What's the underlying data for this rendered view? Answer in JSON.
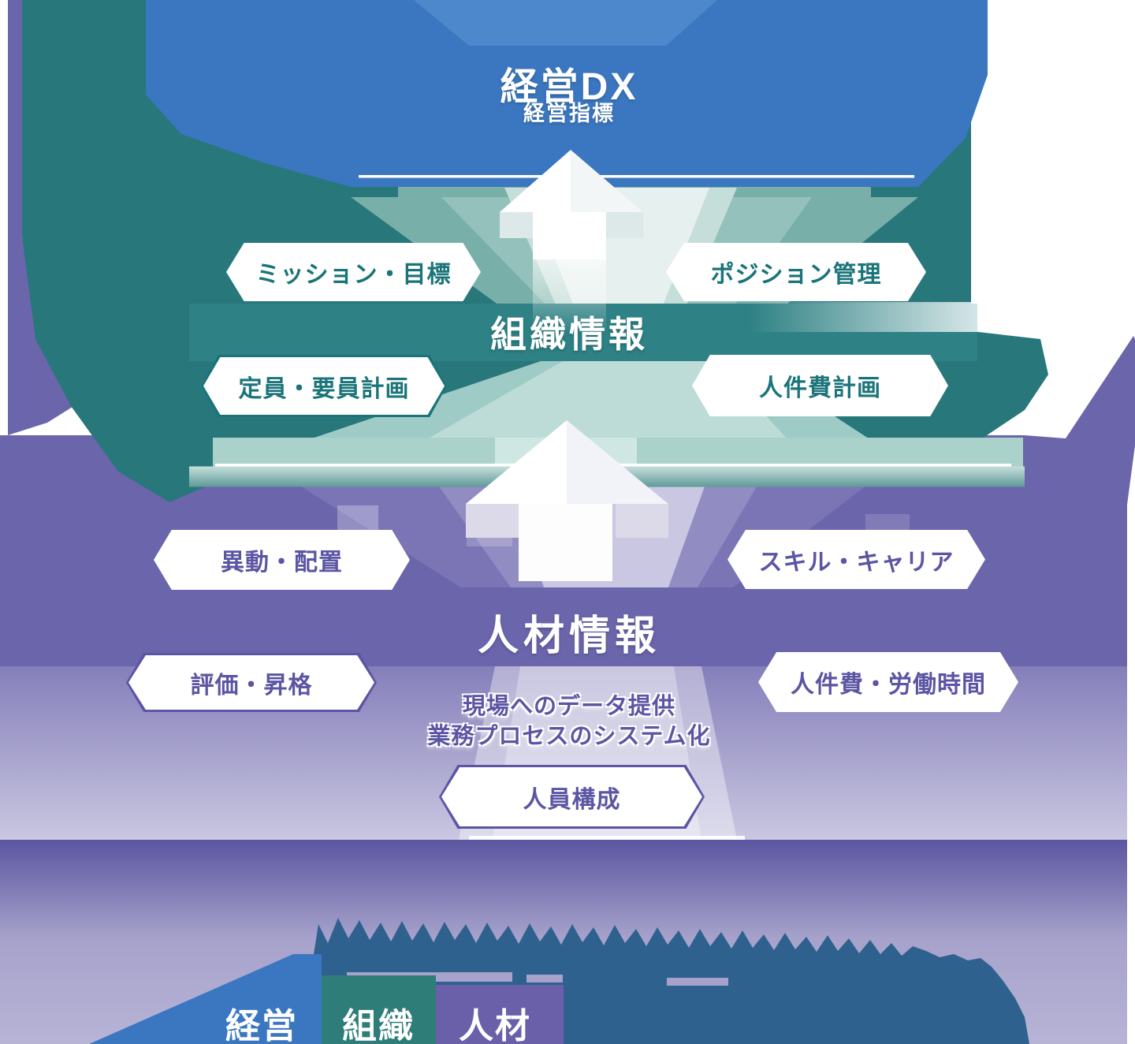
{
  "palette": {
    "blue": "#3b77c1",
    "blue_light": "#4d87cc",
    "teal": "#27777b",
    "teal_band": "#2e8184",
    "sage": "#79afa9",
    "mint": "#9ecbc5",
    "mint_light": "#c6ded9",
    "purple": "#6b65ac",
    "purple_mid": "#7b75b6",
    "purple_light": "#918cc2",
    "lavender": "#a6a2cb",
    "lavender_light": "#c9c7e1",
    "navy": "#2f618f",
    "teal_text": "#1b7479",
    "purple_text": "#5b55a3",
    "legend_blue": "#3b77c1",
    "legend_teal": "#2e7d79",
    "legend_purple": "#6a60a9"
  },
  "management": {
    "title": "経営DX",
    "subtitle": "経営指標"
  },
  "organization": {
    "band": "組織情報",
    "tags": {
      "mission": "ミッション・目標",
      "position": "ポジション管理",
      "staffing": "定員・要員計画",
      "labor_cost": "人件費計画"
    }
  },
  "talent": {
    "band": "人材情報",
    "tags": {
      "transfer": "異動・配置",
      "skill": "スキル・キャリア",
      "evaluation": "評価・昇格",
      "cost_time": "人件費・労働時間",
      "composition": "人員構成"
    },
    "notes": {
      "line1": "現場へのデータ提供",
      "line2": "業務プロセスのシステム化"
    }
  },
  "legend": {
    "management": "経営",
    "organization": "組織",
    "talent": "人材"
  }
}
